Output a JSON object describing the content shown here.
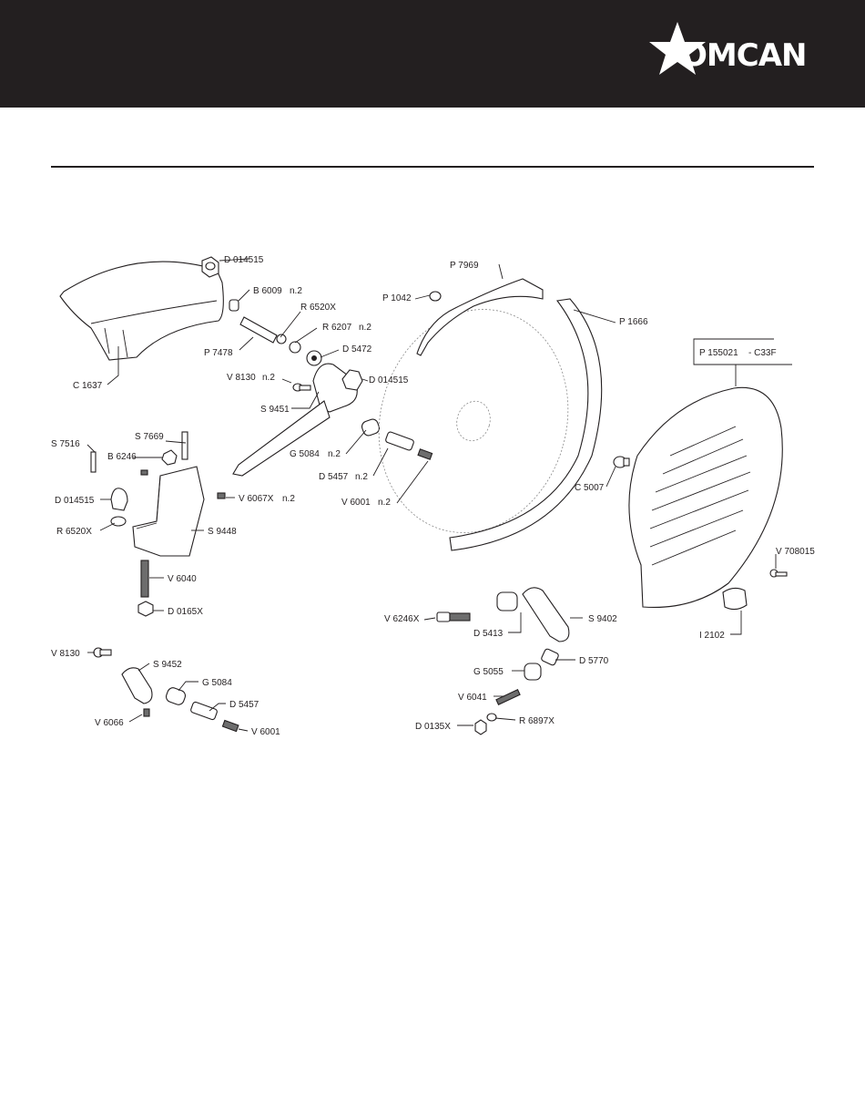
{
  "brand": {
    "name": "OMCAN"
  },
  "colors": {
    "header_bg": "#231f20",
    "logo_fg": "#ffffff"
  },
  "labels": {
    "d014515_top": "D 014515",
    "b6009": "B 6009",
    "b6009_q": "n.2",
    "r6520x_top": "R 6520X",
    "r6207": "R 6207",
    "r6207_q": "n.2",
    "p7478": "P 7478",
    "d5472": "D 5472",
    "c1637": "C 1637",
    "v8130_top": "V 8130",
    "v8130_top_q": "n.2",
    "d014515_mid": "D 014515",
    "s9451": "S 9451",
    "p7969": "P 7969",
    "p1042": "P 1042",
    "p1666": "P 1666",
    "p155021": "P 155021",
    "p155021_suffix": "- C33F",
    "s7669": "S 7669",
    "s7516": "S 7516",
    "b6246": "B 6246",
    "g5084_top": "G 5084",
    "g5084_top_q": "n.2",
    "d5457_top": "D 5457",
    "d5457_top_q": "n.2",
    "v6067x": "V 6067X",
    "v6067x_q": "n.2",
    "d014515_left": "D 014515",
    "v6001_top": "V 6001",
    "v6001_top_q": "n.2",
    "c5007": "C 5007",
    "r6520x_left": "R 6520X",
    "s9448": "S 9448",
    "v708015": "V 708015",
    "v6040": "V 6040",
    "d0165x": "D 0165X",
    "v6246x": "V 6246X",
    "s9402": "S 9402",
    "d5413": "D 5413",
    "i2102": "I 2102",
    "d5770": "D 5770",
    "g5055": "G 5055",
    "v8130_bot": "V 8130",
    "s9452": "S 9452",
    "g5084_bot": "G 5084",
    "d5457_bot": "D 5457",
    "v6066": "V 6066",
    "v6001_bot": "V 6001",
    "v6041": "V 6041",
    "r6897x": "R 6897X",
    "d0135x": "D 0135X"
  }
}
